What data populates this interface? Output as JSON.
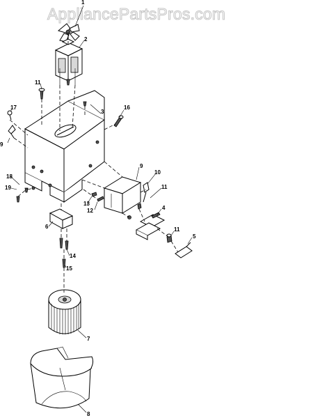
{
  "watermark": "AppliancePartsPros.com",
  "callouts": [
    {
      "id": "c1",
      "label": "1"
    },
    {
      "id": "c2",
      "label": "2"
    },
    {
      "id": "c3",
      "label": "3"
    },
    {
      "id": "c4",
      "label": "4"
    },
    {
      "id": "c5",
      "label": "5"
    },
    {
      "id": "c6",
      "label": "6"
    },
    {
      "id": "c7",
      "label": "7"
    },
    {
      "id": "c8",
      "label": "8"
    },
    {
      "id": "c9",
      "label": "9"
    },
    {
      "id": "c10",
      "label": "10"
    },
    {
      "id": "c11a",
      "label": "11"
    },
    {
      "id": "c11b",
      "label": "11"
    },
    {
      "id": "c11c",
      "label": "11"
    },
    {
      "id": "c12",
      "label": "12"
    },
    {
      "id": "c13",
      "label": "13"
    },
    {
      "id": "c14",
      "label": "14"
    },
    {
      "id": "c15",
      "label": "15"
    },
    {
      "id": "c16",
      "label": "16"
    },
    {
      "id": "c17",
      "label": "17"
    },
    {
      "id": "c18",
      "label": "18"
    },
    {
      "id": "c19",
      "label": "19"
    },
    {
      "id": "c9b",
      "label": "9"
    }
  ]
}
